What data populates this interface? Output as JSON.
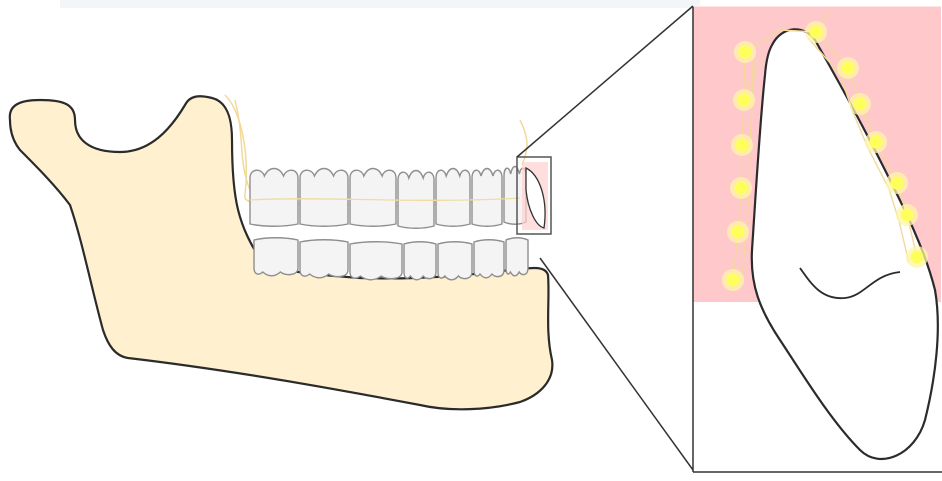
{
  "diagram": {
    "colors": {
      "bone": "#fff1cf",
      "outline": "#2b2b2b",
      "tooth_fill": "#f4f4f4",
      "tooth_stroke": "#8f8f8f",
      "soft_tissue": "#ffc9cc",
      "tooth_section": "#ffffff",
      "node": "#ffff5c",
      "node_glow": "#fff6a8",
      "nerve": "#f2d99a"
    },
    "parts": [
      "mandible",
      "upper-teeth-row",
      "lower-teeth-row",
      "zoom-box",
      "cross-section-panel",
      "tooth-cross-section",
      "gingiva",
      "nerve-fibers"
    ]
  }
}
